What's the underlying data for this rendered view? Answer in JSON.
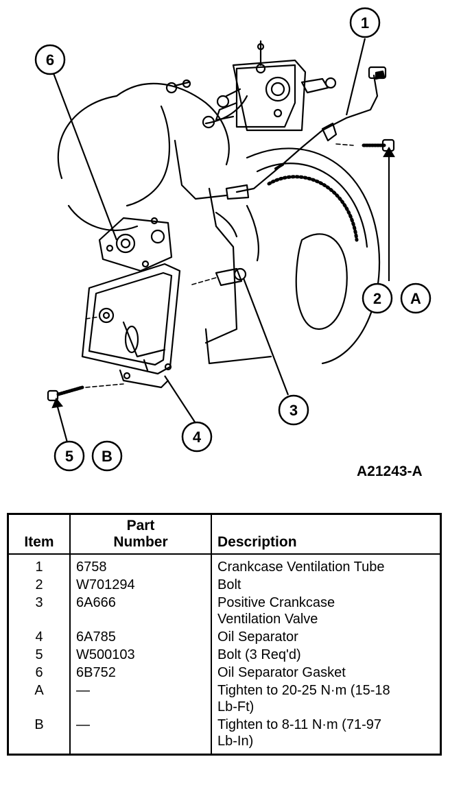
{
  "figure": {
    "id": "A21243-A",
    "callouts": [
      "1",
      "2",
      "3",
      "4",
      "5",
      "6",
      "A",
      "B"
    ]
  },
  "table": {
    "headers": {
      "item": "Item",
      "part_line1": "Part",
      "part_line2": "Number",
      "description": "Description"
    },
    "rows": [
      {
        "item": "1",
        "part": "6758",
        "desc": [
          "Crankcase Ventilation Tube"
        ]
      },
      {
        "item": "2",
        "part": "W701294",
        "desc": [
          "Bolt"
        ]
      },
      {
        "item": "3",
        "part": "6A666",
        "desc": [
          "Positive Crankcase",
          "Ventilation Valve"
        ]
      },
      {
        "item": "4",
        "part": "6A785",
        "desc": [
          "Oil Separator"
        ]
      },
      {
        "item": "5",
        "part": "W500103",
        "desc": [
          "Bolt (3 Req'd)"
        ]
      },
      {
        "item": "6",
        "part": "6B752",
        "desc": [
          "Oil Separator Gasket"
        ]
      },
      {
        "item": "A",
        "part": "—",
        "desc": [
          "Tighten to 20-25 N·m (15-18",
          "Lb-Ft)"
        ]
      },
      {
        "item": "B",
        "part": "—",
        "desc": [
          "Tighten to 8-11 N·m (71-97",
          "Lb-In)"
        ]
      }
    ]
  }
}
